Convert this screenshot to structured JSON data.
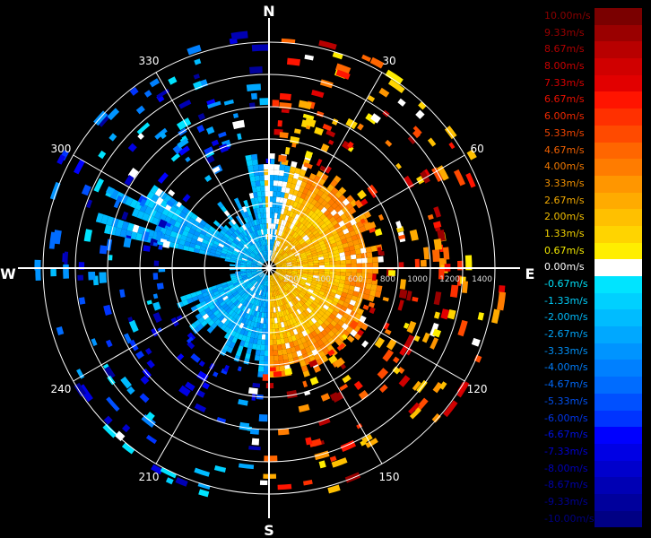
{
  "compass": {
    "N": "N",
    "S": "S",
    "E": "E",
    "W": "W"
  },
  "azimuth_labels": [
    {
      "deg": 30,
      "text": "30"
    },
    {
      "deg": 60,
      "text": "60"
    },
    {
      "deg": 120,
      "text": "120"
    },
    {
      "deg": 150,
      "text": "150"
    },
    {
      "deg": 210,
      "text": "210"
    },
    {
      "deg": 240,
      "text": "240"
    },
    {
      "deg": 300,
      "text": "300"
    },
    {
      "deg": 330,
      "text": "330"
    }
  ],
  "range_labels": [
    "200",
    "400",
    "600",
    "800",
    "1000",
    "1200",
    "1400"
  ],
  "legend": [
    {
      "label": "10.00m/s",
      "color": "#7a0000",
      "text_color": "#8a0000"
    },
    {
      "label": "9.33m/s",
      "color": "#9a0000",
      "text_color": "#9a0000"
    },
    {
      "label": "8.67m/s",
      "color": "#b80000",
      "text_color": "#b00000"
    },
    {
      "label": "8.00m/s",
      "color": "#d00000",
      "text_color": "#c80000"
    },
    {
      "label": "7.33m/s",
      "color": "#e20000",
      "text_color": "#d80000"
    },
    {
      "label": "6.67m/s",
      "color": "#ff1400",
      "text_color": "#e81000"
    },
    {
      "label": "6.00m/s",
      "color": "#ff3000",
      "text_color": "#f02800"
    },
    {
      "label": "5.33m/s",
      "color": "#ff4a00",
      "text_color": "#f04400"
    },
    {
      "label": "4.67m/s",
      "color": "#ff6600",
      "text_color": "#f06000"
    },
    {
      "label": "4.00m/s",
      "color": "#ff7c00",
      "text_color": "#f07800"
    },
    {
      "label": "3.33m/s",
      "color": "#ff9600",
      "text_color": "#f09000"
    },
    {
      "label": "2.67m/s",
      "color": "#ffab00",
      "text_color": "#f0a800"
    },
    {
      "label": "2.00m/s",
      "color": "#ffc000",
      "text_color": "#f0bc00"
    },
    {
      "label": "1.33m/s",
      "color": "#ffd400",
      "text_color": "#f0d000"
    },
    {
      "label": "0.67m/s",
      "color": "#ffee00",
      "text_color": "#f0e600"
    },
    {
      "label": "0.00m/s",
      "color": "#ffffff",
      "text_color": "#ffffff"
    },
    {
      "label": "-0.67m/s",
      "color": "#00e4ff",
      "text_color": "#00e0f8"
    },
    {
      "label": "-1.33m/s",
      "color": "#00d0ff",
      "text_color": "#00ccf8"
    },
    {
      "label": "-2.00m/s",
      "color": "#00bcff",
      "text_color": "#00b8f8"
    },
    {
      "label": "-2.67m/s",
      "color": "#00a8ff",
      "text_color": "#00a4f8"
    },
    {
      "label": "-3.33m/s",
      "color": "#0094ff",
      "text_color": "#0090f8"
    },
    {
      "label": "-4.00m/s",
      "color": "#0080ff",
      "text_color": "#007cf8"
    },
    {
      "label": "-4.67m/s",
      "color": "#006cff",
      "text_color": "#0068f8"
    },
    {
      "label": "-5.33m/s",
      "color": "#0050ff",
      "text_color": "#0050f0"
    },
    {
      "label": "-6.00m/s",
      "color": "#0034ff",
      "text_color": "#0034e8"
    },
    {
      "label": "-6.67m/s",
      "color": "#0000ff",
      "text_color": "#0010e0"
    },
    {
      "label": "-7.33m/s",
      "color": "#0000e4",
      "text_color": "#0000d0"
    },
    {
      "label": "-8.00m/s",
      "color": "#0000cc",
      "text_color": "#0000b8"
    },
    {
      "label": "-8.67m/s",
      "color": "#0000b4",
      "text_color": "#0000a8"
    },
    {
      "label": "-9.33m/s",
      "color": "#00009c",
      "text_color": "#000094"
    },
    {
      "label": "-10.00m/s",
      "color": "#000084",
      "text_color": "#000080"
    }
  ]
}
